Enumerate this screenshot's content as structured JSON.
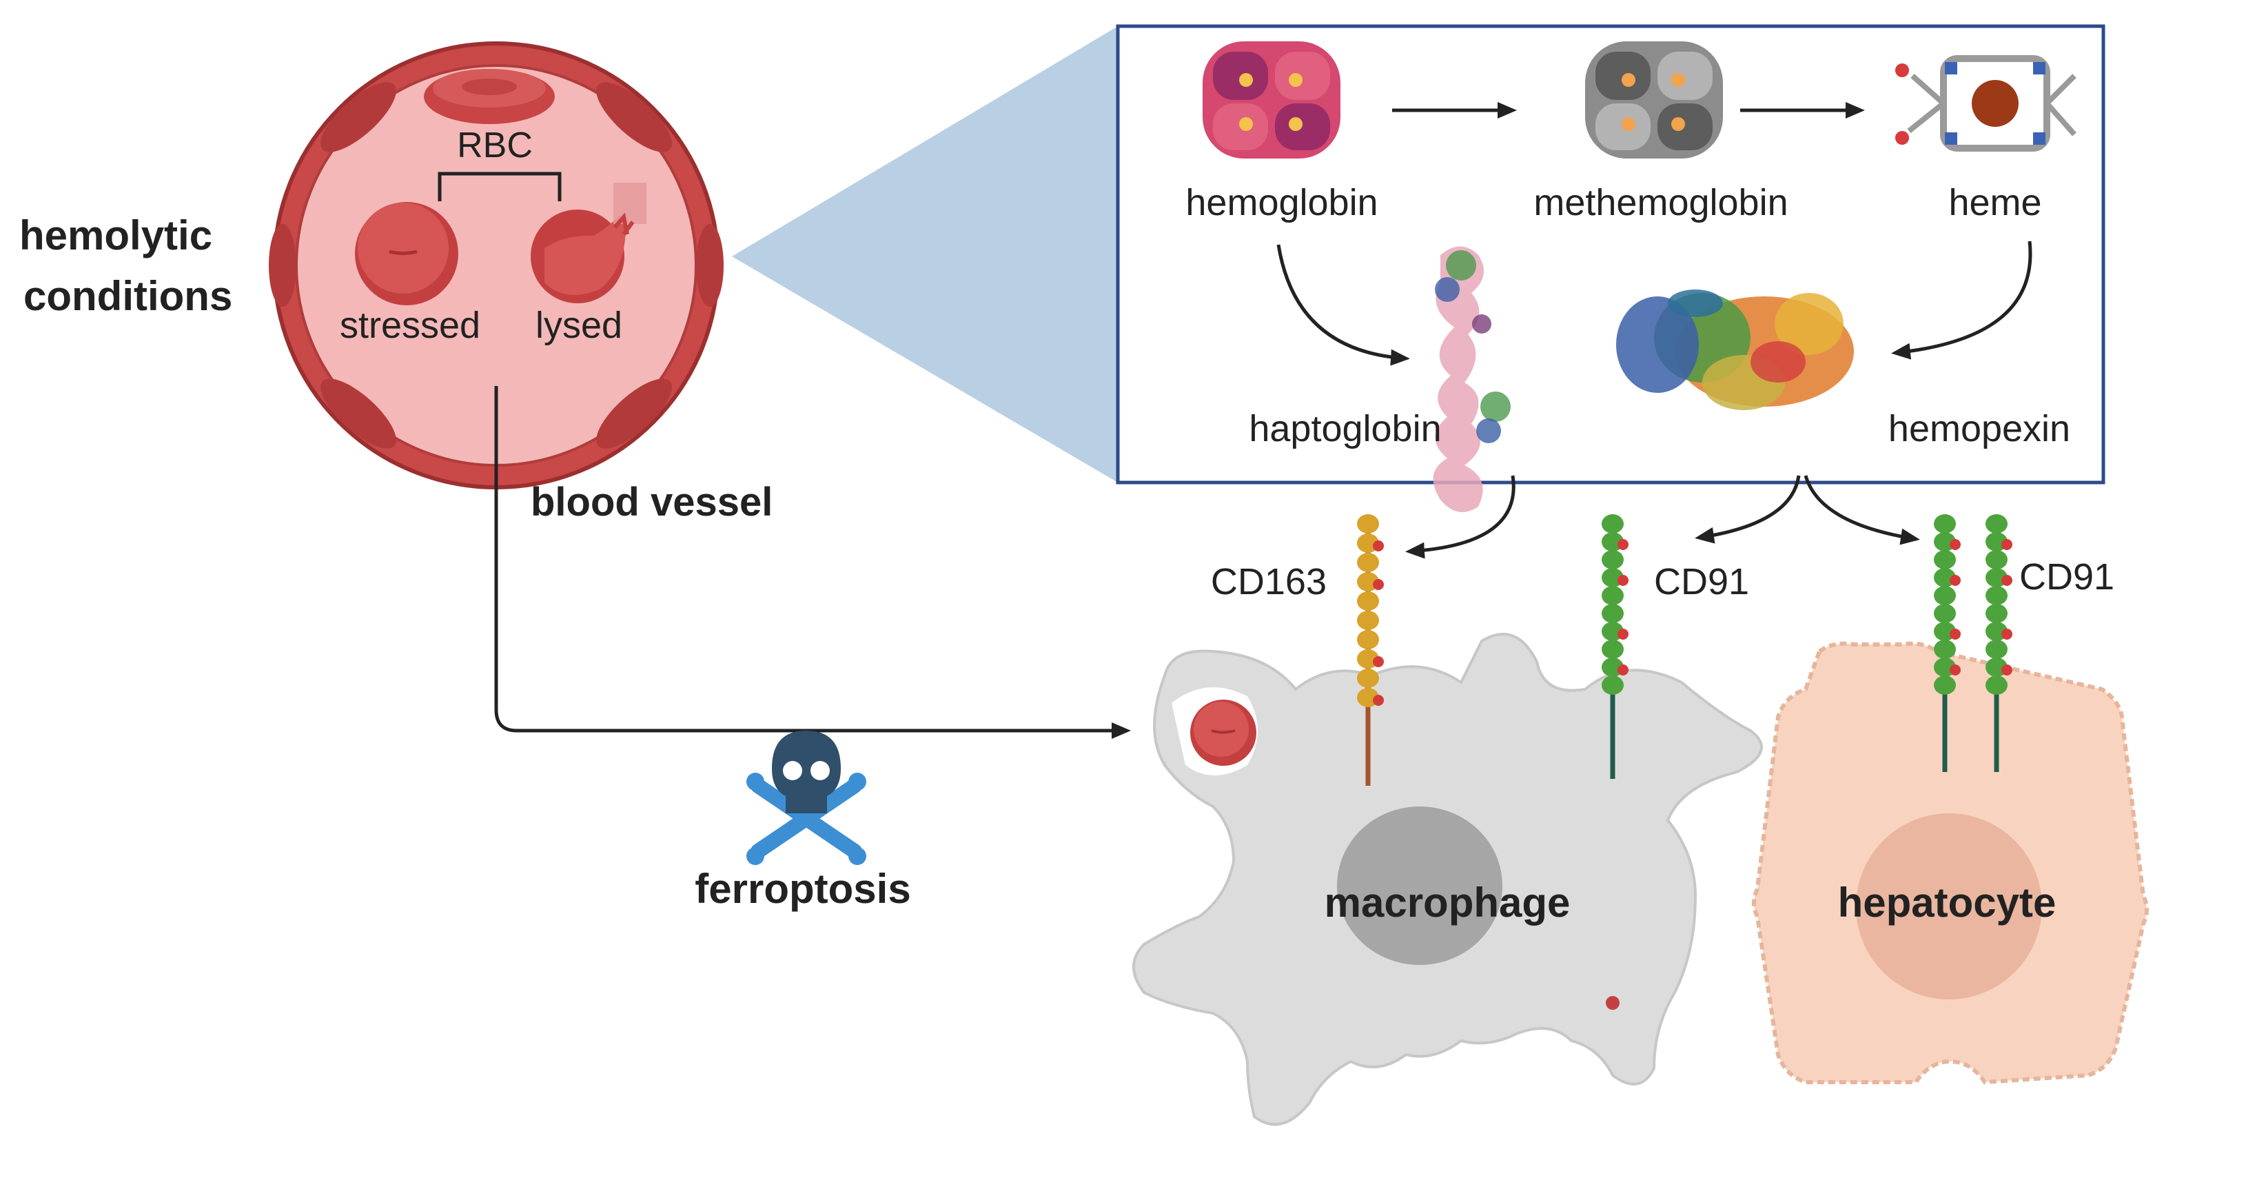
{
  "labels": {
    "hemolytic_line1": "hemolytic",
    "hemolytic_line2": "conditions",
    "rbc": "RBC",
    "stressed": "stressed",
    "lysed": "lysed",
    "blood_vessel": "blood vessel",
    "hemoglobin": "hemoglobin",
    "methemoglobin": "methemoglobin",
    "heme": "heme",
    "haptoglobin": "haptoglobin",
    "hemopexin": "hemopexin",
    "cd163": "CD163",
    "cd91_macrophage": "CD91",
    "cd91_hepatocyte": "CD91",
    "ferroptosis": "ferroptosis",
    "macrophage": "macrophage",
    "hepatocyte": "hepatocyte"
  },
  "icons": {
    "skull": "skull-crossbones-icon"
  },
  "colors": {
    "vessel_wall": "#c94848",
    "vessel_lumen": "#f4b7b7",
    "rbc": "#d04d4d",
    "zoom_panel_border": "#2d4a8a",
    "zoom_wedge": "#b9cfe3",
    "cd163_receptor": "#d9a22b",
    "cd91_receptor": "#4ea43c",
    "receptor_dots": "#d53a3a",
    "macrophage": "#dcdcdc",
    "macrophage_nucleus": "#a6a6a6",
    "hepatocyte": "#f8d4c0",
    "hepatocyte_nucleus": "#eab6a0",
    "skull": "#2f4f6a",
    "bones": "#3d8fd3"
  }
}
